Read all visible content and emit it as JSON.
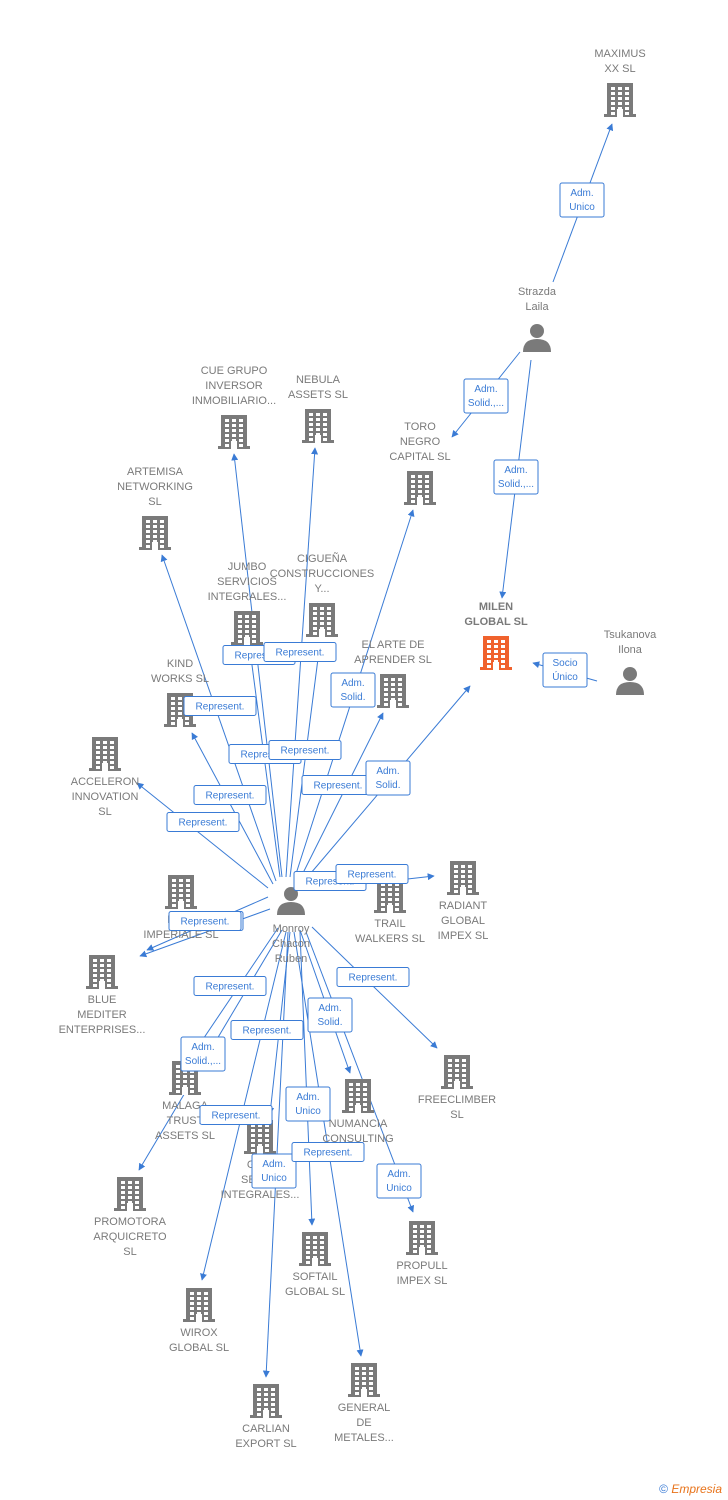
{
  "colors": {
    "edge": "#3a7bd5",
    "node": "#7a7a7a",
    "highlight": "#f0622d",
    "box_bg": "#ffffff"
  },
  "nodes": [
    {
      "id": "maximus",
      "kind": "company",
      "lines": [
        "MAXIMUS",
        "XX  SL"
      ]
    },
    {
      "id": "strazda",
      "kind": "person",
      "lines": [
        "Strazda",
        "Laila"
      ]
    },
    {
      "id": "toro",
      "kind": "company",
      "lines": [
        "TORO",
        "NEGRO",
        "CAPITAL  SL"
      ]
    },
    {
      "id": "milen",
      "kind": "company",
      "highlight": true,
      "lines": [
        "MILEN",
        "GLOBAL  SL"
      ]
    },
    {
      "id": "tsukanova",
      "kind": "person",
      "lines": [
        "Tsukanova",
        "Ilona"
      ]
    },
    {
      "id": "cue",
      "kind": "company",
      "lines": [
        "CUE GRUPO",
        "INVERSOR",
        "INMOBILIARIO..."
      ]
    },
    {
      "id": "nebula",
      "kind": "company",
      "lines": [
        "NEBULA",
        "ASSETS  SL"
      ]
    },
    {
      "id": "artemisa",
      "kind": "company",
      "lines": [
        "ARTEMISA",
        "NETWORKING",
        "SL"
      ]
    },
    {
      "id": "jumbo",
      "kind": "company",
      "lines": [
        "JUMBO",
        "SERVICIOS",
        "INTEGRALES..."
      ]
    },
    {
      "id": "ciguena",
      "kind": "company",
      "lines": [
        "CIGUEÑA",
        "CONSTRUCCIONES",
        "Y..."
      ]
    },
    {
      "id": "elarte",
      "kind": "company",
      "lines": [
        "EL ARTE DE",
        "APRENDER  SL"
      ]
    },
    {
      "id": "kind",
      "kind": "company",
      "lines": [
        "KIND",
        "WORKS  SL"
      ]
    },
    {
      "id": "acceleron",
      "kind": "company",
      "lines": [
        "ACCELERON",
        "INNOVATION",
        "SL"
      ]
    },
    {
      "id": "monroy",
      "kind": "person",
      "lines": [
        "Monroy",
        "Chacon",
        "Ruben"
      ]
    },
    {
      "id": "pri",
      "kind": "company",
      "lines": [
        "PRI...",
        "IMPERIALE  SL"
      ]
    },
    {
      "id": "trail",
      "kind": "company",
      "lines": [
        "TRAIL",
        "WALKERS  SL"
      ]
    },
    {
      "id": "radiant",
      "kind": "company",
      "lines": [
        "RADIANT",
        "GLOBAL",
        "IMPEX  SL"
      ]
    },
    {
      "id": "blue",
      "kind": "company",
      "lines": [
        "BLUE",
        "MEDITER",
        "ENTERPRISES..."
      ]
    },
    {
      "id": "malaga",
      "kind": "company",
      "lines": [
        "MALAGA",
        "TRUST",
        "ASSETS  SL"
      ]
    },
    {
      "id": "freeclimber",
      "kind": "company",
      "lines": [
        "FREECLIMBER",
        "SL"
      ]
    },
    {
      "id": "numancia",
      "kind": "company",
      "lines": [
        "NUMANCIA",
        "CONSULTING"
      ]
    },
    {
      "id": "go",
      "kind": "company",
      "lines": [
        "GO...",
        "SERV...",
        "INTEGRALES..."
      ]
    },
    {
      "id": "promotora",
      "kind": "company",
      "lines": [
        "PROMOTORA",
        "ARQUICRETO",
        "SL"
      ]
    },
    {
      "id": "softail",
      "kind": "company",
      "lines": [
        "SOFTAIL",
        "GLOBAL  SL"
      ]
    },
    {
      "id": "propull",
      "kind": "company",
      "lines": [
        "PROPULL",
        "IMPEX  SL"
      ]
    },
    {
      "id": "wirox",
      "kind": "company",
      "lines": [
        "WIROX",
        "GLOBAL  SL"
      ]
    },
    {
      "id": "carlian",
      "kind": "company",
      "lines": [
        "CARLIAN",
        "EXPORT SL"
      ]
    },
    {
      "id": "general",
      "kind": "company",
      "lines": [
        "GENERAL",
        "DE",
        "METALES..."
      ]
    }
  ],
  "edges": [
    {
      "from": "strazda",
      "to": "maximus",
      "lines": [
        "Adm.",
        "Unico"
      ]
    },
    {
      "from": "strazda",
      "to": "toro",
      "lines": [
        "Adm.",
        "Solid.,..."
      ]
    },
    {
      "from": "strazda",
      "to": "milen",
      "lines": [
        "Adm.",
        "Solid.,..."
      ]
    },
    {
      "from": "tsukanova",
      "to": "milen",
      "lines": [
        "Socio",
        "Único"
      ]
    },
    {
      "from": "monroy",
      "to": "cue",
      "lines": [
        "Represent."
      ]
    },
    {
      "from": "monroy",
      "to": "nebula",
      "lines": [
        "Represent."
      ]
    },
    {
      "from": "monroy",
      "to": "toro",
      "lines": [
        "Adm.",
        "Solid."
      ]
    },
    {
      "from": "monroy",
      "to": "artemisa",
      "lines": [
        "Represent."
      ]
    },
    {
      "from": "monroy",
      "to": "jumbo",
      "lines": [
        "Represent."
      ]
    },
    {
      "from": "monroy",
      "to": "ciguena",
      "lines": [
        "Represent."
      ]
    },
    {
      "from": "monroy",
      "to": "elarte",
      "lines": [
        "Represent."
      ]
    },
    {
      "from": "monroy",
      "to": "milen",
      "lines": [
        "Adm.",
        "Solid."
      ]
    },
    {
      "from": "monroy",
      "to": "kind",
      "lines": [
        "Represent."
      ]
    },
    {
      "from": "monroy",
      "to": "acceleron",
      "lines": [
        "Represent."
      ]
    },
    {
      "from": "monroy",
      "to": "pri",
      "lines": [
        "Represent."
      ]
    },
    {
      "from": "monroy",
      "to": "trail",
      "lines": [
        "Represent."
      ]
    },
    {
      "from": "monroy",
      "to": "radiant",
      "lines": [
        "Represent."
      ]
    },
    {
      "from": "monroy",
      "to": "blue",
      "lines": [
        "Represent."
      ]
    },
    {
      "from": "monroy",
      "to": "malaga",
      "lines": [
        "Adm.",
        "Solid.,..."
      ]
    },
    {
      "from": "monroy",
      "to": "freeclimber",
      "lines": [
        "Represent."
      ]
    },
    {
      "from": "monroy",
      "to": "numancia",
      "lines": [
        "Adm.",
        "Solid."
      ]
    },
    {
      "from": "monroy",
      "to": "go",
      "lines": [
        "Represent."
      ]
    },
    {
      "from": "monroy",
      "to": "promotora",
      "lines": [
        "Represent."
      ]
    },
    {
      "from": "monroy",
      "to": "softail",
      "lines": [
        "Adm.",
        "Unico"
      ]
    },
    {
      "from": "monroy",
      "to": "propull",
      "lines": [
        "Adm.",
        "Unico"
      ]
    },
    {
      "from": "monroy",
      "to": "wirox",
      "lines": [
        "Adm.",
        "Unico"
      ]
    },
    {
      "from": "monroy",
      "to": "carlian",
      "lines": [
        "Represent."
      ]
    },
    {
      "from": "monroy",
      "to": "general",
      "lines": [
        "Represent."
      ]
    }
  ],
  "footer": {
    "copyright": "©",
    "brand": "Empresia"
  }
}
